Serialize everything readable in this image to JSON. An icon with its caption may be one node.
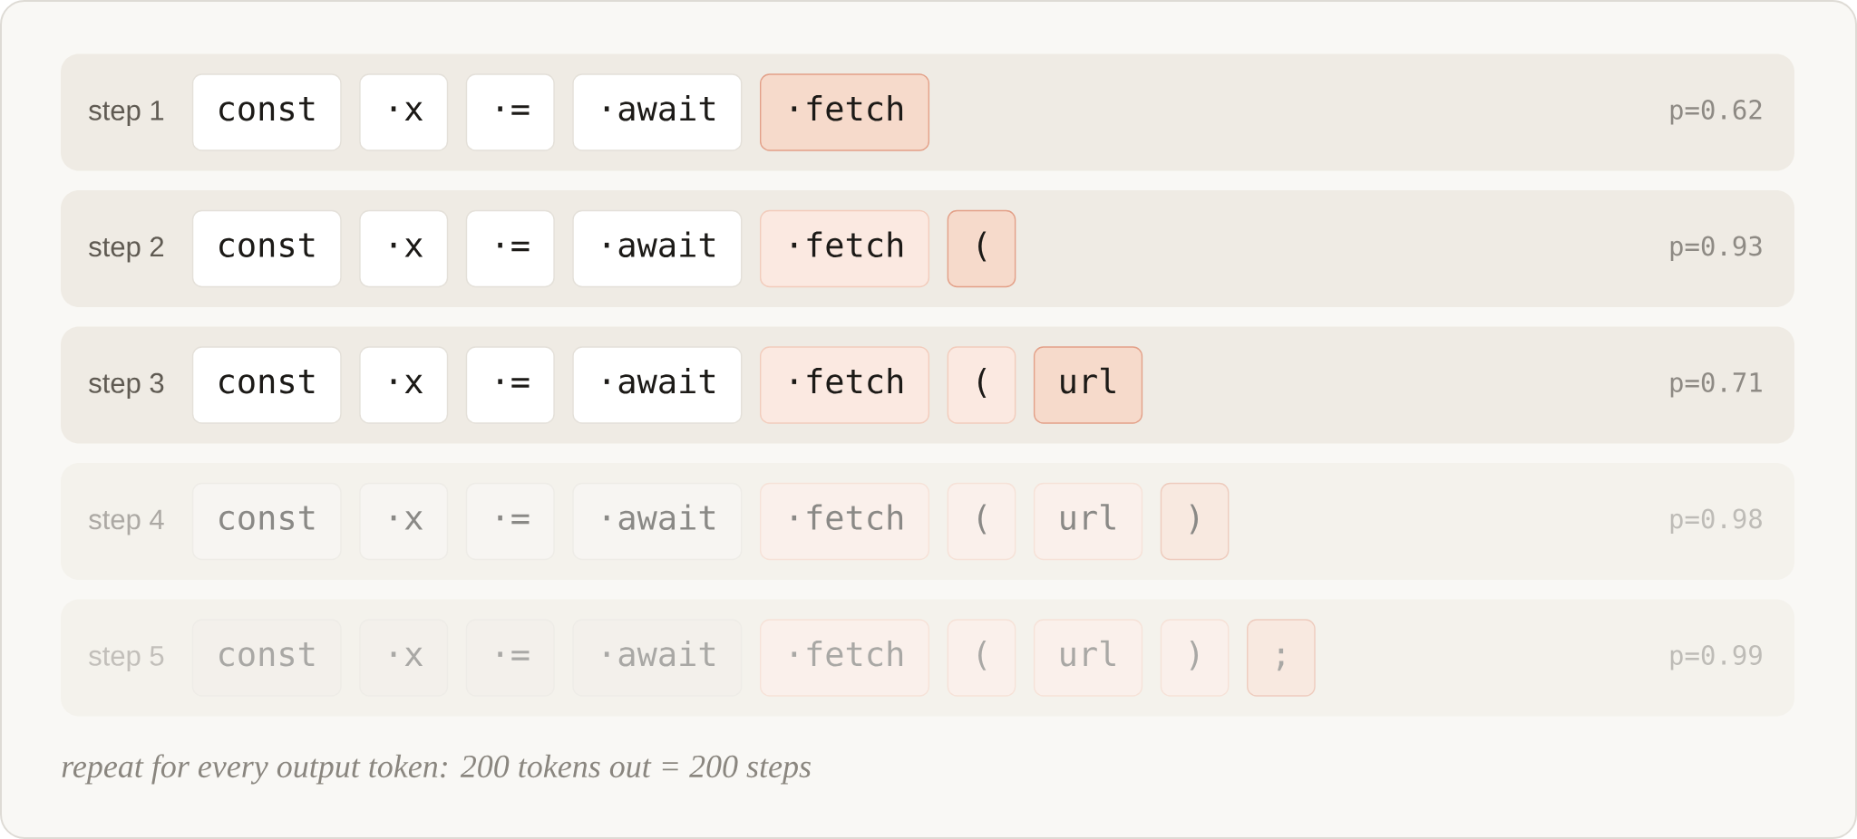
{
  "diagram": {
    "nodes": [
      {
        "text": [
          "step 1",
          "p=0.62"
        ]
      },
      {
        "text": [
          "const"
        ],
        "in": 0
      },
      {
        "text": [
          "·x"
        ],
        "in": 0
      },
      {
        "text": [
          "·="
        ],
        "in": 0
      },
      {
        "text": [
          "·await"
        ],
        "in": 0
      },
      {
        "text": [
          "·fetch"
        ],
        "in": 0
      },
      {
        "text": [
          "step 2",
          "p=0.93"
        ]
      },
      {
        "text": [
          "const"
        ],
        "in": 6
      },
      {
        "text": [
          "·x"
        ],
        "in": 6
      },
      {
        "text": [
          "·="
        ],
        "in": 6
      },
      {
        "text": [
          "·await"
        ],
        "in": 6
      },
      {
        "text": [
          "·fetch"
        ],
        "in": 6
      },
      {
        "text": [
          "("
        ],
        "in": 6
      },
      {
        "text": [
          "step 3",
          "p=0.71"
        ]
      },
      {
        "text": [
          "const"
        ],
        "in": 13
      },
      {
        "text": [
          "·x"
        ],
        "in": 13
      },
      {
        "text": [
          "·="
        ],
        "in": 13
      },
      {
        "text": [
          "·await"
        ],
        "in": 13
      },
      {
        "text": [
          "·fetch"
        ],
        "in": 13
      },
      {
        "text": [
          "("
        ],
        "in": 13
      },
      {
        "text": [
          "url"
        ],
        "in": 13
      },
      {
        "text": [
          "step 4",
          "p=0.98"
        ]
      },
      {
        "text": [
          "const"
        ],
        "in": 21
      },
      {
        "text": [
          "·x"
        ],
        "in": 21
      },
      {
        "text": [
          "·="
        ],
        "in": 21
      },
      {
        "text": [
          "·await"
        ],
        "in": 21
      },
      {
        "text": [
          "·fetch"
        ],
        "in": 21
      },
      {
        "text": [
          "("
        ],
        "in": 21
      },
      {
        "text": [
          "url"
        ],
        "in": 21
      },
      {
        "text": [
          ")"
        ],
        "in": 21
      },
      {
        "text": [
          "step 5",
          "p=0.99"
        ]
      },
      {
        "text": [
          "const"
        ],
        "in": 30
      },
      {
        "text": [
          "·x"
        ],
        "in": 30
      },
      {
        "text": [
          "·="
        ],
        "in": 30
      },
      {
        "text": [
          "·await"
        ],
        "in": 30
      },
      {
        "text": [
          "·fetch"
        ],
        "in": 30
      },
      {
        "text": [
          "("
        ],
        "in": 30
      },
      {
        "text": [
          "url"
        ],
        "in": 30
      },
      {
        "text": [
          ")"
        ],
        "in": 30
      },
      {
        "text": [
          ";"
        ],
        "in": 30
      }
    ],
    "caption": "repeat for every output token: 200 tokens out = 200 steps"
  }
}
